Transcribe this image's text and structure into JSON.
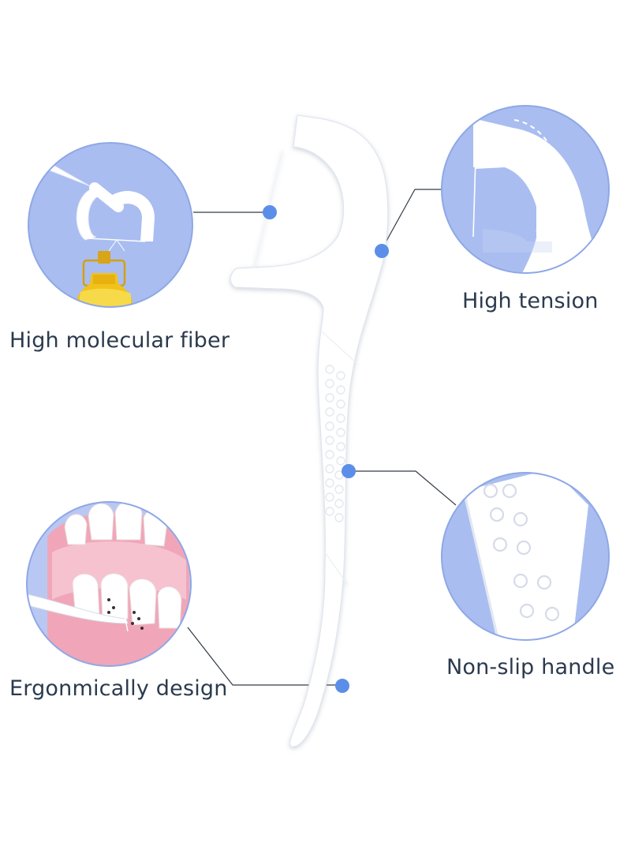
{
  "features": [
    {
      "id": "fiber",
      "label": "High molecular fiber"
    },
    {
      "id": "tension",
      "label": "High tension"
    },
    {
      "id": "handle",
      "label": "Non-slip handle"
    },
    {
      "id": "ergo",
      "label": "Ergonmically design"
    }
  ],
  "colors": {
    "circle_fill": "#a9bdf0",
    "circle_border": "#8ea8e6",
    "marker_dot": "#5b8ee8",
    "leader_line": "#333b48",
    "caption_text": "#2b3a4e",
    "product": "#ffffff",
    "product_shadow": "#dde1ea",
    "gum": "#f0a6b8",
    "bottle": "#f2c21a"
  },
  "icons": [
    "floss-pick-illustration",
    "floss-bottle-icon",
    "teeth-icon",
    "grip-dots-icon",
    "tension-arrow-icon"
  ]
}
